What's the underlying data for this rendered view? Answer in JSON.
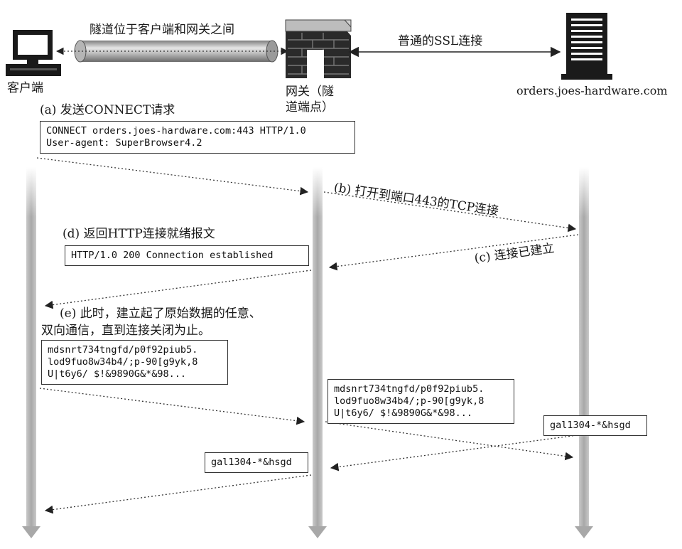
{
  "nodes": {
    "client": "客户端",
    "gateway_line1": "网关（隧",
    "gateway_line2": "道端点）",
    "server": "orders.joes-hardware.com"
  },
  "tunnel_label": "隧道位于客户端和网关之间",
  "ssl_label": "普通的SSL连接",
  "steps": {
    "a": "(a) 发送CONNECT请求",
    "b": "(b) 打开到端口443的TCP连接",
    "c": "(c) 连接已建立",
    "d": "(d) 返回HTTP连接就绪报文",
    "e_line1": "(e) 此时，建立起了原始数据的任意、",
    "e_line2": "双向通信，直到连接关闭为止。"
  },
  "messages": {
    "connect_request": "CONNECT orders.joes-hardware.com:443 HTTP/1.0\nUser-agent: SuperBrowser4.2",
    "connection_established": "HTTP/1.0 200 Connection established",
    "raw_data_client": "mdsnrt734tngfd/p0f92piub5.\nlod9fuo8w34b4/;p-90[g9yk,8\nU|t6y6/ $!&9890G&*&98...",
    "raw_data_gateway": "mdsnrt734tngfd/p0f92piub5.\nlod9fuo8w34b4/;p-90[g9yk,8\nU|t6y6/ $!&9890G&*&98...",
    "reply_server": "gal1304-*&hsgd",
    "reply_gateway": "gal1304-*&hsgd"
  }
}
